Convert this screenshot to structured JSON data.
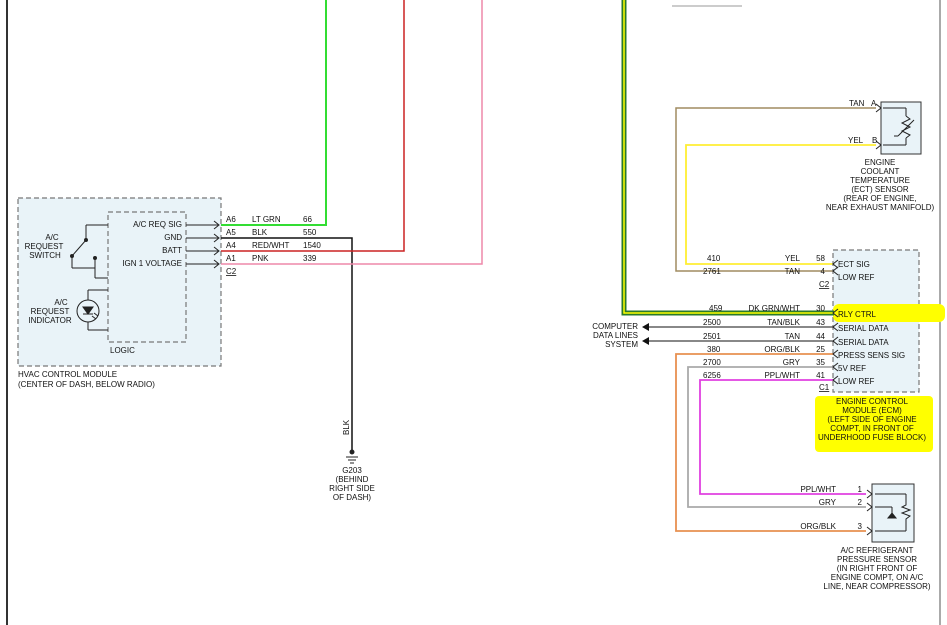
{
  "colors": {
    "lt_grn": "#33dd33",
    "red": "#cc2222",
    "pnk": "#ee88aa",
    "blk": "#111111",
    "tan": "#a08c60",
    "yel": "#ffee33",
    "dk_grn": "#2a7a2a",
    "gry": "#aaaaaa",
    "ppl": "#e040e0",
    "org": "#e89050",
    "highlight": "#ffff00"
  },
  "hvac": {
    "pins": [
      {
        "signal": "A/C REQ SIG",
        "pin": "A6",
        "wire": "LT GRN",
        "circuit": "66"
      },
      {
        "signal": "GND",
        "pin": "A5",
        "wire": "BLK",
        "circuit": "550"
      },
      {
        "signal": "BATT",
        "pin": "A4",
        "wire": "RED/WHT",
        "circuit": "1540"
      },
      {
        "signal": "IGN 1 VOLTAGE",
        "pin": "A1",
        "wire": "PNK",
        "circuit": "339"
      }
    ],
    "connector": "C2",
    "switch_label": [
      "A/C",
      "REQUEST",
      "SWITCH"
    ],
    "indicator_label": [
      "A/C",
      "REQUEST",
      "INDICATOR"
    ],
    "logic_label": "LOGIC",
    "module_label": [
      "HVAC CONTROL MODULE",
      "(CENTER OF DASH, BELOW RADIO)"
    ]
  },
  "ground": {
    "wire": "BLK",
    "label": [
      "G203",
      "(BEHIND",
      "RIGHT SIDE",
      "OF DASH)"
    ]
  },
  "ect": {
    "pins": [
      {
        "wire": "TAN",
        "pin": "A"
      },
      {
        "wire": "YEL",
        "pin": "B"
      }
    ],
    "label": [
      "ENGINE",
      "COOLANT",
      "TEMPERATURE",
      "(ECT) SENSOR",
      "(REAR OF ENGINE,",
      "NEAR EXHAUST MANIFOLD)"
    ]
  },
  "ecm": {
    "c2_pins": [
      {
        "circuit": "410",
        "wire": "YEL",
        "pin": "58",
        "signal": "ECT SIG"
      },
      {
        "circuit": "2761",
        "wire": "TAN",
        "pin": "4",
        "signal": "LOW REF"
      }
    ],
    "c2_label": "C2",
    "c1_pins": [
      {
        "circuit": "459",
        "wire": "DK GRN/WHT",
        "pin": "30",
        "signal": "RLY CTRL"
      },
      {
        "circuit": "2500",
        "wire": "TAN/BLK",
        "pin": "43",
        "signal": "SERIAL DATA"
      },
      {
        "circuit": "2501",
        "wire": "TAN",
        "pin": "44",
        "signal": "SERIAL DATA"
      },
      {
        "circuit": "380",
        "wire": "ORG/BLK",
        "pin": "25",
        "signal": "PRESS SENS SIG"
      },
      {
        "circuit": "2700",
        "wire": "GRY",
        "pin": "35",
        "signal": "5V REF"
      },
      {
        "circuit": "6256",
        "wire": "PPL/WHT",
        "pin": "41",
        "signal": "LOW REF"
      }
    ],
    "c1_label": "C1",
    "label": [
      "ENGINE CONTROL",
      "MODULE (ECM)",
      "(LEFT SIDE OF ENGINE",
      "COMPT, IN FRONT OF",
      "UNDERHOOD FUSE BLOCK)"
    ]
  },
  "computer": [
    "COMPUTER",
    "DATA LINES",
    "SYSTEM"
  ],
  "pressure": {
    "pins": [
      {
        "wire": "PPL/WHT",
        "pin": "1"
      },
      {
        "wire": "GRY",
        "pin": "2"
      },
      {
        "wire": "ORG/BLK",
        "pin": "3"
      }
    ],
    "label": [
      "A/C REFRIGERANT",
      "PRESSURE SENSOR",
      "(IN RIGHT FRONT OF",
      "ENGINE COMPT, ON A/C",
      "LINE, NEAR COMPRESSOR)"
    ]
  }
}
